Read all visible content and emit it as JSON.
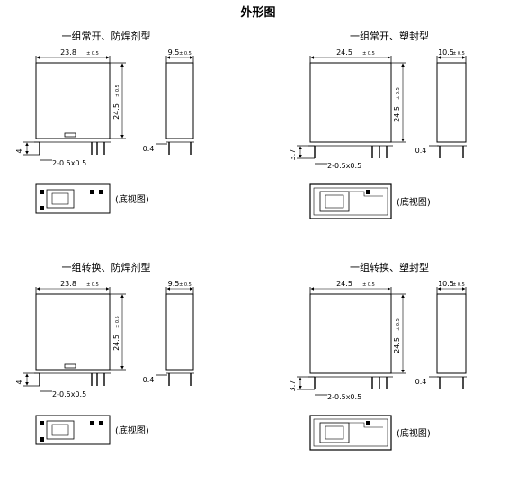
{
  "page_title": "外形图",
  "panels": [
    {
      "title": "一组常开、防焊剂型",
      "front_width": "23.8",
      "side_width": "9.5",
      "height": "24.5",
      "tolerance": "± 0.5",
      "pin_length": "4",
      "pin_size": "2-0.5x0.5",
      "side_pin": "0.4",
      "caption": "(底视图)"
    },
    {
      "title": "一组常开、塑封型",
      "front_width": "24.5",
      "side_width": "10.5",
      "height": "24.5",
      "tolerance": "± 0.5",
      "pin_length": "3.7",
      "pin_size": "2-0.5x0.5",
      "side_pin": "0.4",
      "caption": "(底视图)"
    },
    {
      "title": "一组转换、防焊剂型",
      "front_width": "23.8",
      "side_width": "9.5",
      "height": "24.5",
      "tolerance": "± 0.5",
      "pin_length": "4",
      "pin_size": "2-0.5x0.5",
      "side_pin": "0.4",
      "caption": "(底视图)"
    },
    {
      "title": "一组转换、塑封型",
      "front_width": "24.5",
      "side_width": "10.5",
      "height": "24.5",
      "tolerance": "± 0.5",
      "pin_length": "3.7",
      "pin_size": "2-0.5x0.5",
      "side_pin": "0.4",
      "caption": "(底视图)"
    }
  ]
}
